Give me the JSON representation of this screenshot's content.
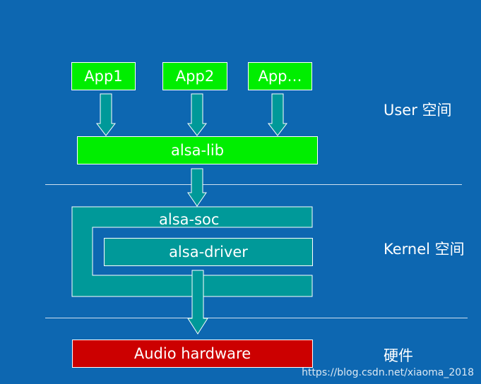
{
  "apps": [
    "App1",
    "App2",
    "App…"
  ],
  "alsa_lib": "alsa-lib",
  "alsa_soc": "alsa-soc",
  "alsa_driver": "alsa-driver",
  "hardware": "Audio hardware",
  "regions": {
    "user": "User 空间",
    "kernel": "Kernel 空间",
    "hardware": "硬件"
  },
  "watermark": "https://blog.csdn.net/xiaoma_2018",
  "colors": {
    "background": "#0d67b1",
    "user_boxes": "#00ee00",
    "kernel_boxes": "#009999",
    "hardware_box": "#cc0000"
  }
}
